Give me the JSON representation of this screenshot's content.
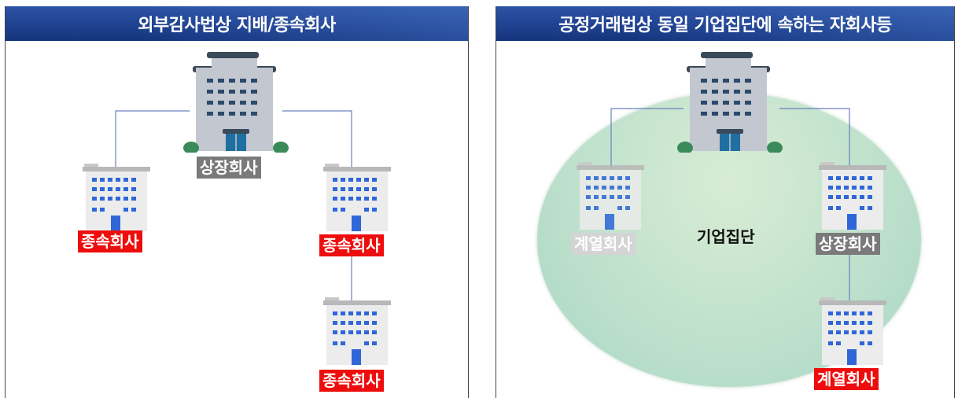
{
  "left_panel": {
    "title": "외부감사법상 지배/종속회사",
    "parent_label": "상장회사",
    "child_left_label": "종속회사",
    "child_right_label": "종속회사",
    "grandchild_label": "종속회사"
  },
  "right_panel": {
    "title": "공정거래법상 동일 기업집단에 속하는 자회사등",
    "group_label": "기업집단",
    "affiliate_left_label": "계열회사",
    "listed_right_label": "상장회사",
    "affiliate_bottom_label": "계열회사"
  },
  "colors": {
    "header_bg": "#1f3f8f",
    "connector": "#6b7fc1",
    "label_gray": "#7a7a7a",
    "label_red": "#ee0d0d",
    "label_light": "#d4d4d4",
    "ellipse": "#c2e3cf"
  }
}
